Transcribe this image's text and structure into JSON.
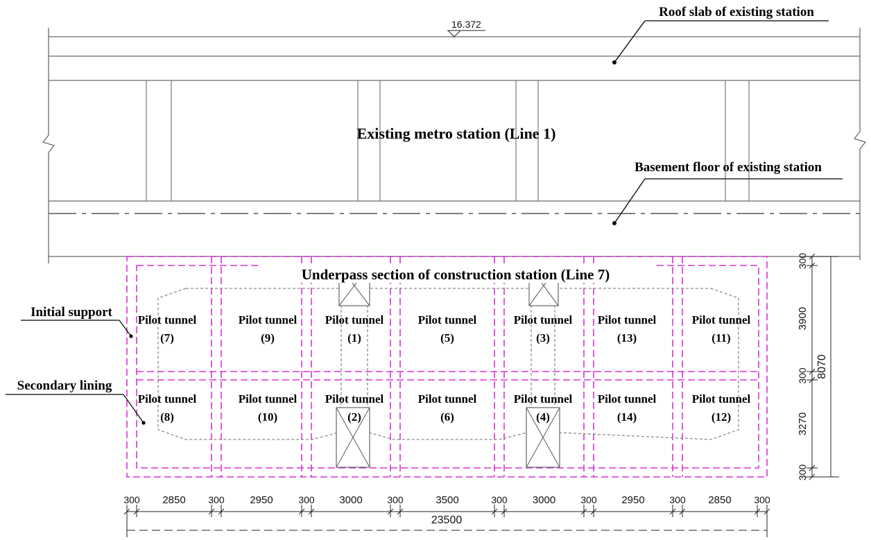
{
  "station": {
    "title": "Existing metro station (Line 1)",
    "roof_label": "Roof slab of existing station",
    "basement_label": "Basement floor of existing station",
    "elevation": "16.372"
  },
  "construction": {
    "title": "Underpass section of construction station (Line 7)",
    "initial_support_label": "Initial support",
    "secondary_lining_label": "Secondary lining"
  },
  "tunnels": {
    "prefix": "Pilot tunnel",
    "top_row": [
      "(7)",
      "(9)",
      "(1)",
      "(5)",
      "(3)",
      "(13)",
      "(11)"
    ],
    "bottom_row": [
      "(8)",
      "(10)",
      "(2)",
      "(6)",
      "(4)",
      "(14)",
      "(12)"
    ]
  },
  "dimensions": {
    "bottom_segments": [
      "300",
      "2850",
      "300",
      "2950",
      "300",
      "3000",
      "300",
      "3500",
      "300",
      "3000",
      "300",
      "2950",
      "300",
      "2850",
      "300"
    ],
    "bottom_total": "23500",
    "right_segments": [
      "300",
      "3900",
      "300",
      "3270",
      "300"
    ],
    "right_total": "8070"
  }
}
